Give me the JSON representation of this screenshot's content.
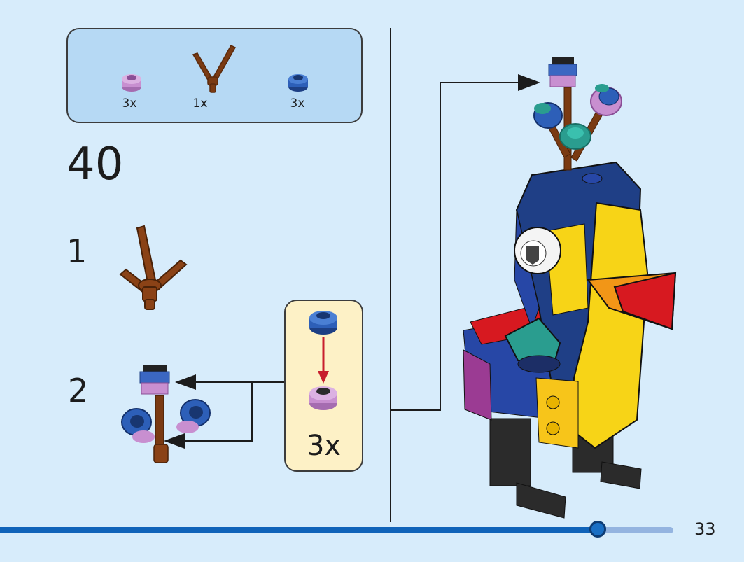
{
  "parts_list": {
    "items": [
      {
        "icon": "lavender-round-plate-icon",
        "count": "3x",
        "color": "#c88fd0"
      },
      {
        "icon": "brown-branch-piece-icon",
        "count": "1x",
        "color": "#7a3a12"
      },
      {
        "icon": "blue-round-plate-icon",
        "count": "3x",
        "color": "#2d5fb8"
      }
    ]
  },
  "step": {
    "number": "40",
    "substeps": [
      {
        "label": "1"
      },
      {
        "label": "2"
      }
    ],
    "callout": {
      "multiplier": "3x"
    }
  },
  "footer": {
    "page_number": "33",
    "progress": 0.89
  },
  "colors": {
    "background": "#d7ecfb",
    "parts_box": "#b6d9f4",
    "callout_box": "#fdf1c6",
    "progress_bar": "#1063b9",
    "model_blue": "#1f3f86",
    "model_yellow": "#f7d417",
    "model_red": "#d71920",
    "model_teal": "#2a9d8f",
    "model_black": "#2b2b2b"
  }
}
